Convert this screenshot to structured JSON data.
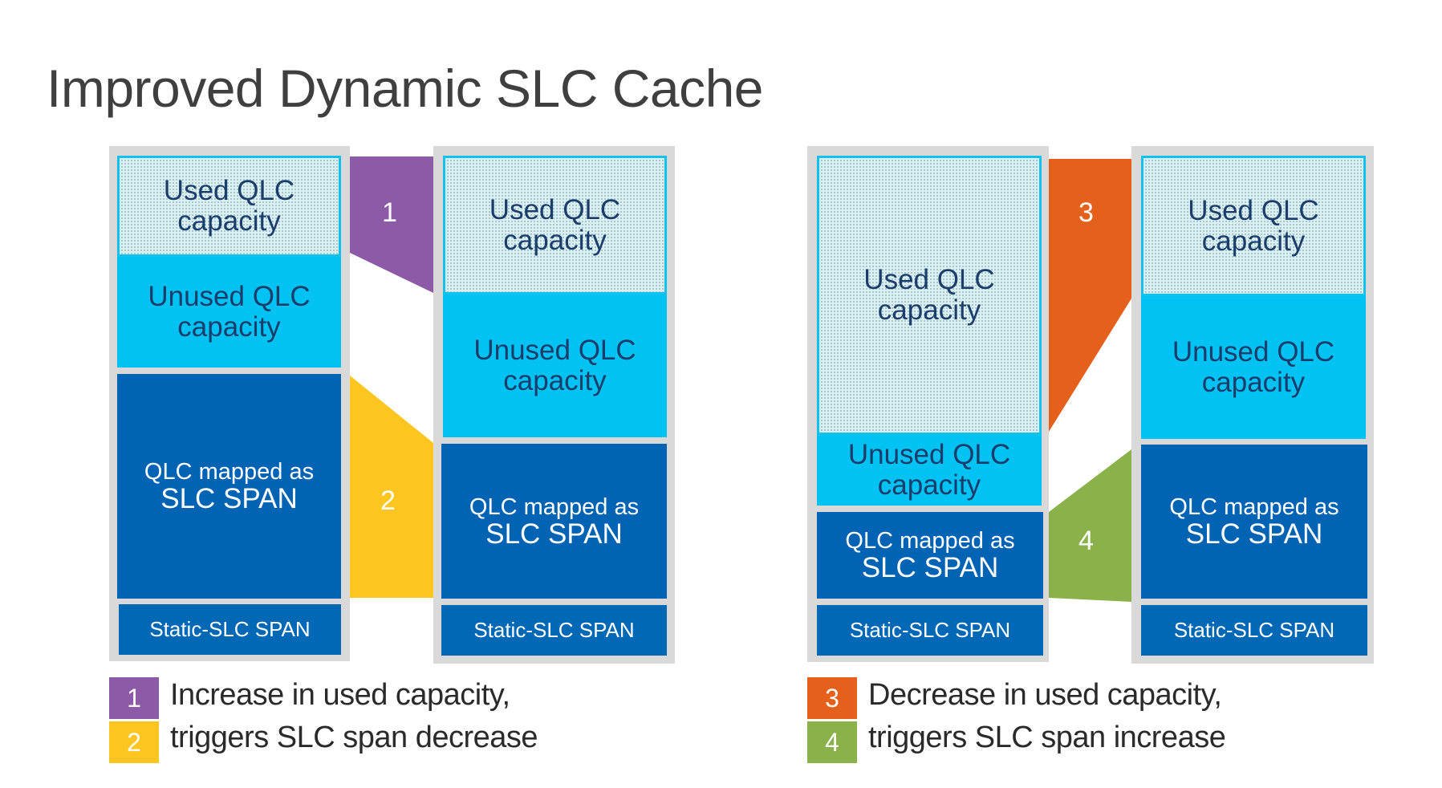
{
  "title": "Improved Dynamic SLC Cache",
  "labels": {
    "used": [
      "Used QLC",
      "capacity"
    ],
    "unused": [
      "Unused QLC",
      "capacity"
    ],
    "slc": [
      "QLC mapped as",
      "SLC SPAN"
    ],
    "static": "Static-SLC SPAN"
  },
  "connectors": [
    {
      "id": "1",
      "label": "1",
      "color": "#8c5aa6"
    },
    {
      "id": "2",
      "label": "2",
      "color": "#fdc520"
    },
    {
      "id": "3",
      "label": "3",
      "color": "#e5601a"
    },
    {
      "id": "4",
      "label": "4",
      "color": "#8bb24a"
    }
  ],
  "legend": [
    {
      "num": "1",
      "text": "Increase in used capacity,",
      "color": "#8c5aa6"
    },
    {
      "num": "2",
      "text": "triggers SLC span decrease",
      "color": "#fdc520"
    },
    {
      "num": "3",
      "text": "Decrease in used capacity,",
      "color": "#e5601a"
    },
    {
      "num": "4",
      "text": "triggers SLC span increase",
      "color": "#8bb24a"
    }
  ],
  "colors": {
    "unused": "#00c2f3",
    "slc_span": "#0063b4",
    "frame": "#d9d9d9",
    "used_border": "#10c1ee"
  }
}
